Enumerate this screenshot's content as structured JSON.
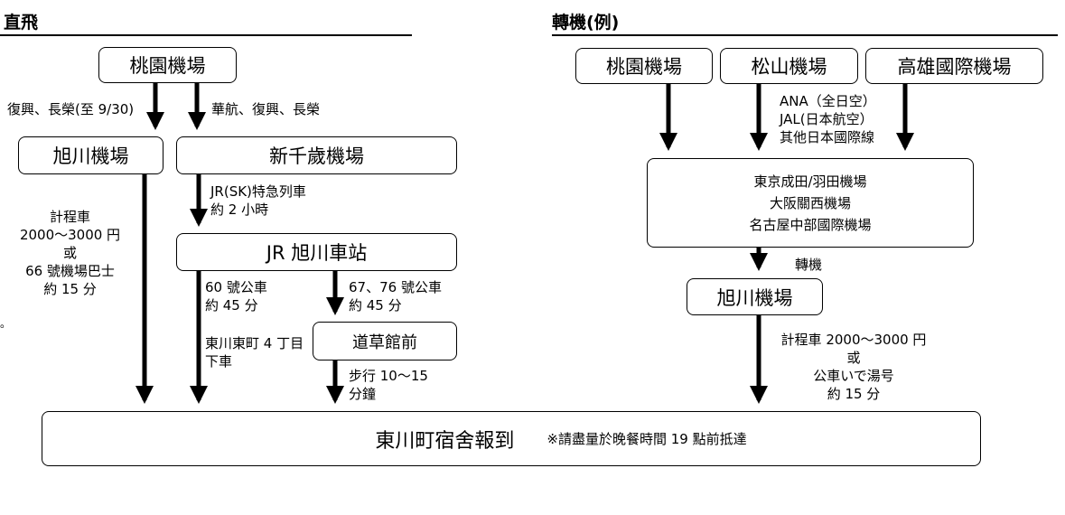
{
  "direct": {
    "heading": "直飛",
    "taoyuan": "桃園機場",
    "asahikawa_airport": "旭川機場",
    "new_chitose": "新千歲機場",
    "jr_station": "JR 旭川車站",
    "dosokan": "道草館前",
    "airline_left": "復興、長榮(至 9/30)",
    "airline_right": "華航、復興、長榮",
    "taxi_lines": [
      "計程車",
      "2000～3000 円",
      "或",
      "66 號機場巴士",
      "約 15 分"
    ],
    "jr_train_lines": [
      "JR(SK)特急列車",
      "約 2 小時"
    ],
    "bus60_lines": [
      "60 號公車",
      "約 45 分"
    ],
    "bus60_stop_lines": [
      "東川東町 4 丁目",
      "下車"
    ],
    "bus67_lines": [
      "67、76 號公車",
      "約 45 分"
    ],
    "walk_lines": [
      "步行 10～15",
      "分鐘"
    ]
  },
  "transfer": {
    "heading": "轉機(例)",
    "taoyuan": "桃園機場",
    "matsuyama": "松山機場",
    "kaohsiung": "高雄國際機場",
    "airline_lines": [
      "ANA（全日空）",
      "JAL(日本航空）",
      "其他日本國際線"
    ],
    "hub_lines": [
      "東京成田/羽田機場",
      "大阪關西機場",
      "名古屋中部國際機場"
    ],
    "transfer_label": "轉機",
    "asahikawa_airport": "旭川機場",
    "taxi_lines": [
      "計程車 2000～3000 円",
      "或",
      "公車いで湯号",
      "約 15 分"
    ]
  },
  "final": {
    "label": "東川町宿舍報到",
    "note": "※請盡量於晚餐時間 19 點前抵達"
  },
  "stray_mark": "。"
}
